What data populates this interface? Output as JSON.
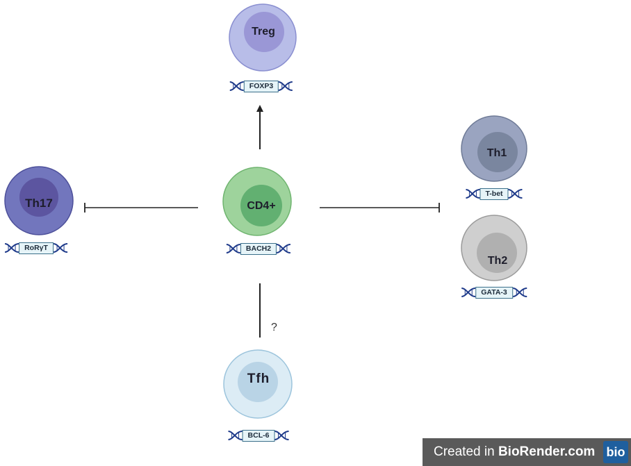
{
  "cells": [
    {
      "id": "treg",
      "label": "Treg",
      "gene": "FOXP3",
      "outer": "#b8bde8",
      "inner": "#9a97d6",
      "stroke": "#8a8fd0"
    },
    {
      "id": "th17",
      "label": "Th17",
      "gene": "RoRγT",
      "outer": "#7276bd",
      "inner": "#5c55a0",
      "stroke": "#4d509a"
    },
    {
      "id": "cd4",
      "label": "CD4+",
      "gene": "BACH2",
      "outer": "#9ed39c",
      "inner": "#62b071",
      "stroke": "#6fb46f"
    },
    {
      "id": "th1",
      "label": "Th1",
      "gene": "T-bet",
      "outer": "#9aa4c0",
      "inner": "#7a869f",
      "stroke": "#6e7a96"
    },
    {
      "id": "th2",
      "label": "Th2",
      "gene": "GATA-3",
      "outer": "#cfcfcf",
      "inner": "#b0b0b0",
      "stroke": "#9a9a9a"
    },
    {
      "id": "tfh",
      "label": "Tfh",
      "gene": "BCL-6",
      "outer": "#dcecf5",
      "inner": "#b9d4e6",
      "stroke": "#9cc4dc"
    }
  ],
  "edges": [
    {
      "from": "cd4",
      "to": "treg",
      "type": "activation"
    },
    {
      "from": "cd4",
      "to": "th17",
      "type": "inhibition"
    },
    {
      "from": "cd4",
      "to": "th1",
      "type": "inhibition"
    },
    {
      "from": "cd4",
      "to": "tfh",
      "type": "uncertain",
      "label": "?"
    }
  ],
  "watermark": {
    "prefix": "Created in ",
    "brand": "BioRender.com",
    "logo": "bio"
  }
}
